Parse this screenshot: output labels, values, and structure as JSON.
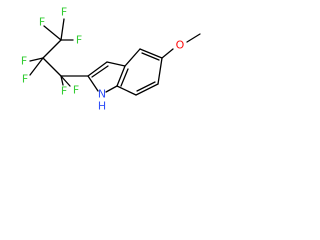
{
  "molecule": {
    "colors": {
      "bond": "#000000",
      "fluorine": "#33cc33",
      "oxygen": "#ff0d0d",
      "nitrogen": "#3050f8",
      "carbon": "#000000",
      "background": "#ffffff"
    },
    "atoms": [
      {
        "id": "f1",
        "element": "F",
        "label": "F"
      },
      {
        "id": "f2",
        "element": "F",
        "label": "F"
      },
      {
        "id": "f3",
        "element": "F",
        "label": "F"
      },
      {
        "id": "f4",
        "element": "F",
        "label": "F"
      },
      {
        "id": "f5",
        "element": "F",
        "label": "F"
      },
      {
        "id": "f6",
        "element": "F",
        "label": "F"
      },
      {
        "id": "f7",
        "element": "F",
        "label": "F"
      },
      {
        "id": "o1",
        "element": "O",
        "label": "O"
      },
      {
        "id": "n1",
        "element": "N",
        "label": "N"
      },
      {
        "id": "h1",
        "element": "H",
        "label": "H"
      }
    ]
  }
}
